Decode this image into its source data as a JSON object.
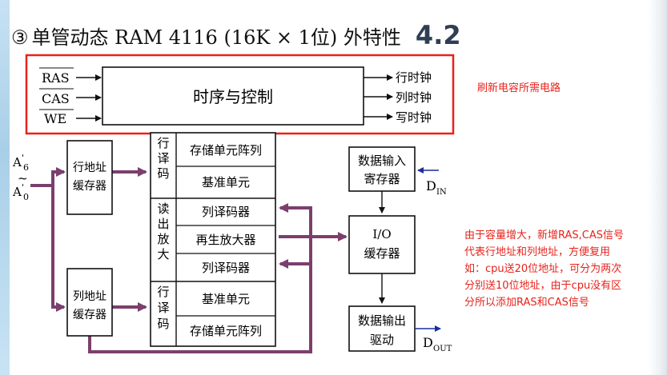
{
  "title": {
    "circled_number": "③",
    "text": "单管动态 RAM 4116 (16K × 1位) 外特性",
    "section_number": "4.2"
  },
  "control_block": {
    "inputs": [
      "RAS",
      "CAS",
      "WE"
    ],
    "label": "时序与控制",
    "outputs": [
      "行时钟",
      "列时钟",
      "写时钟"
    ],
    "annotation": "刷新电容所需电路"
  },
  "address_label": {
    "top_A": "A",
    "top_sub": "6",
    "top_sup": "'",
    "tilde": "~",
    "bottom_A": "A",
    "bottom_sub": "0",
    "bottom_sup": "'"
  },
  "row_addr_buffer": [
    "行地址",
    "缓存器"
  ],
  "col_addr_buffer": [
    "列地址",
    "缓存器"
  ],
  "row_decoder_top": [
    "行",
    "译",
    "码"
  ],
  "row_decoder_bottom": [
    "行",
    "译",
    "码"
  ],
  "sense_amp_label": [
    "读",
    "出",
    "放",
    "大"
  ],
  "cells": [
    "存储单元阵列",
    "基准单元",
    "列译码器",
    "再生放大器",
    "列译码器",
    "基准单元",
    "存储单元阵列"
  ],
  "din_register": [
    "数据输入",
    "寄存器"
  ],
  "din_label": {
    "main": "D",
    "sub": "IN"
  },
  "io_buffer": [
    "I/O",
    "缓存器"
  ],
  "dout_driver": [
    "数据输出",
    "驱动"
  ],
  "dout_label": {
    "main": "D",
    "sub": "OUT"
  },
  "explanation_lines": [
    "由于容量增大，新增RAS,CAS信号",
    "代表行地址和列地址，方便复用",
    "如：cpu送20位地址，可分为两次",
    "分别送10位地址，由于cpu没有区",
    "分所以添加RAS和CAS信号"
  ],
  "colors": {
    "highlight_red": "#e8221a",
    "bus_purple": "#7b3f6e",
    "arrow_blue": "#1a2f9c",
    "line_black": "#111111"
  }
}
